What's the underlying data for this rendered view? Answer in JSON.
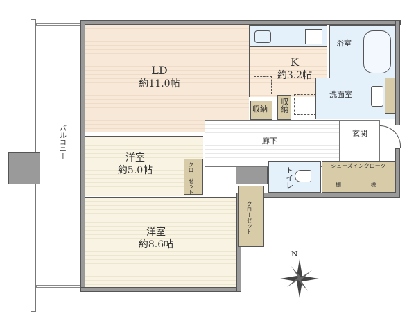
{
  "rooms": {
    "ld": {
      "name": "LD",
      "size": "約11.0帖"
    },
    "kitchen": {
      "name": "K",
      "size": "約3.2帖"
    },
    "bath": {
      "name": "浴室"
    },
    "washroom": {
      "name": "洗面室"
    },
    "storage1": {
      "name": "収納"
    },
    "storage2": {
      "name": "収納"
    },
    "hallway": {
      "name": "廊下"
    },
    "entrance": {
      "name": "玄関"
    },
    "western1": {
      "name": "洋室",
      "size": "約5.0帖"
    },
    "western2": {
      "name": "洋室",
      "size": "約8.6帖"
    },
    "closet1": {
      "name": "クローゼット"
    },
    "closet2": {
      "name": "クローゼット"
    },
    "toilet": {
      "name": "トイレ"
    },
    "shoe_closet": {
      "name": "シューズインクローク",
      "shelf1": "棚",
      "shelf2": "棚"
    },
    "balcony": {
      "name": "バルコニー"
    }
  },
  "compass": {
    "north_label": "N"
  },
  "colors": {
    "ld": "#f7e8d8",
    "western": "#f8f3e2",
    "wet": "#e4f1fb",
    "storage": "#d8cba8",
    "wall": "#9a9a9a"
  }
}
